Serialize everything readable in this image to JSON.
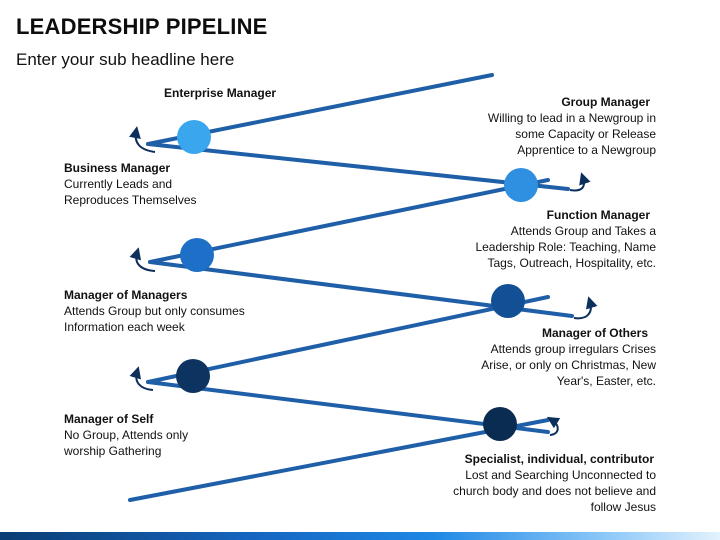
{
  "header": {
    "title": "LEADERSHIP PIPELINE",
    "subtitle": "Enter your sub headline here"
  },
  "colors": {
    "line": "#1f5fa8",
    "line_dark": "#0d3d73",
    "node_1": "#3aa6ee",
    "node_2": "#2f8fe0",
    "node_3": "#1d6fc7",
    "node_4": "#124f94",
    "node_5": "#0d3461",
    "node_6": "#0a2b52",
    "arrow": "#0d2f5c"
  },
  "stages": [
    {
      "title": "Enterprise Manager",
      "description": ""
    },
    {
      "title": "Group Manager",
      "description": "Willing to lead in a Newgroup in some Capacity or Release Apprentice to a Newgroup"
    },
    {
      "title": "Business Manager",
      "description": "Currently Leads and Reproduces Themselves"
    },
    {
      "title": "Function Manager",
      "description": "Attends Group and Takes a Leadership Role: Teaching, Name Tags, Outreach, Hospitality, etc."
    },
    {
      "title": "Manager of Managers",
      "description": "Attends Group but only consumes Information each week"
    },
    {
      "title": "Manager of Others",
      "description": "Attends group irregulars Crises Arise, or only on Christmas, New Year's, Easter, etc."
    },
    {
      "title": "Manager of Self",
      "description": "No Group, Attends only worship Gathering"
    },
    {
      "title": "Specialist, individual, contributor",
      "description": "Lost and Searching Unconnected to church body and does not believe and follow Jesus"
    }
  ]
}
